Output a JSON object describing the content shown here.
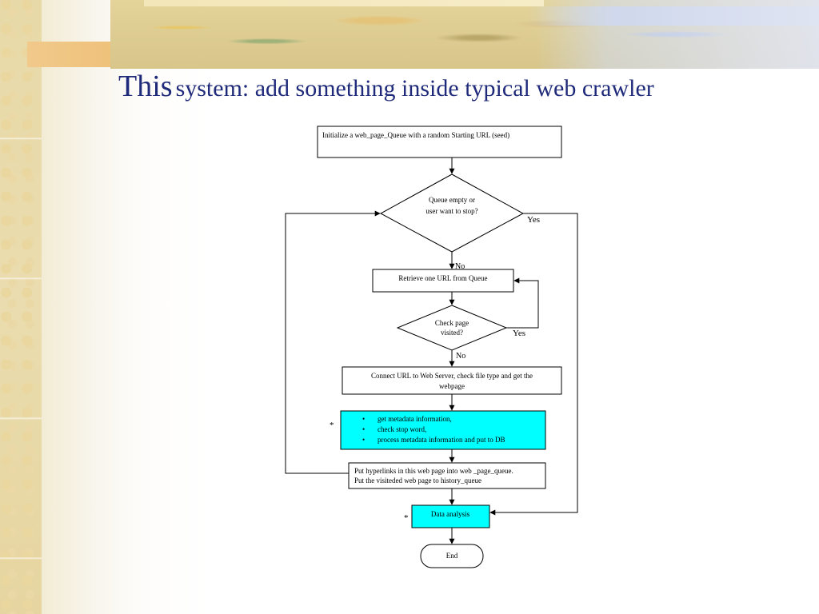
{
  "slide": {
    "title_word": "This",
    "title_rest": "system: add something inside typical web crawler"
  },
  "colors": {
    "title": "#1f2a7a",
    "highlight_box": "#00ffff",
    "box_border": "#000000"
  },
  "flowchart": {
    "init": "Initialize  a web_page_Queue with a random Starting URL (seed)",
    "queue_check_line1": "Queue empty or",
    "queue_check_line2": "user want to stop?",
    "yes_1": "Yes",
    "no_1": "No",
    "retrieve": "Retrieve one URL from Queue",
    "visited_line1": "Check page",
    "visited_line2": "visited?",
    "yes_2": "Yes",
    "no_2": "No",
    "connect_line1": "Connect URL to Web Server, check file type and get the",
    "connect_line2": "webpage",
    "metadata_marker": "*",
    "metadata_items": [
      "get metadata information,",
      "check stop word,",
      "process metadata information and put to DB"
    ],
    "hyperlinks_line1": "Put hyperlinks in this web page into web _page_queue.",
    "hyperlinks_line2": "Put the visiteded web page to history_queue",
    "analysis_marker": "*",
    "analysis": "Data analysis",
    "end": "End"
  }
}
